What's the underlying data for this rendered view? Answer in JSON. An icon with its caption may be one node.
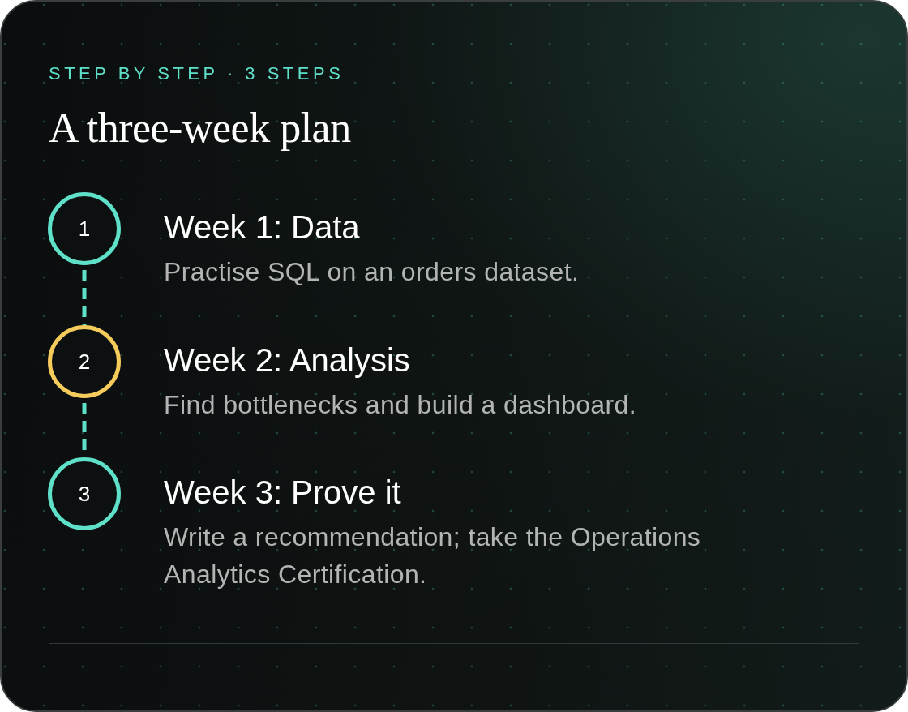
{
  "diagram": {
    "title": "A three-week plan",
    "nodes": [
      {
        "text": [
          "1"
        ],
        "beside": [
          "Week 1: Data",
          "Practise SQL on an orders dataset."
        ]
      },
      {
        "text": [
          "2"
        ],
        "beside": [
          "Week 2: Analysis",
          "Find bottlenecks and build a dashboard."
        ]
      },
      {
        "text": [
          "3"
        ],
        "beside": [
          "Week 3: Prove it",
          "Write a recommendation; take the Operations Analytics Certification."
        ]
      }
    ],
    "edges": [
      {
        "from": 0,
        "to": 1,
        "arrow": "none",
        "style": "dashed"
      },
      {
        "from": 1,
        "to": 2,
        "arrow": "none",
        "style": "dashed"
      }
    ],
    "labels": [
      "STEP BY STEP · 3 STEPS"
    ]
  }
}
